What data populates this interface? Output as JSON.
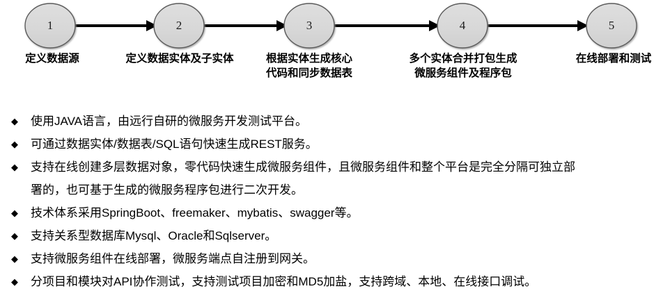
{
  "diagram": {
    "type": "flow-steps",
    "node_fill_color": "#d9d9d9",
    "node_border_color": "#5a5a5a",
    "connector_color": "#000000",
    "steps": [
      {
        "number": "1",
        "caption_lines": [
          "定义数据源"
        ]
      },
      {
        "number": "2",
        "caption_lines": [
          "定义数据实体及子实体"
        ]
      },
      {
        "number": "3",
        "caption_lines": [
          "根据实体生成核心",
          "代码和同步数据表"
        ]
      },
      {
        "number": "4",
        "caption_lines": [
          "多个实体合并打包生成",
          "微服务组件及程序包"
        ]
      },
      {
        "number": "5",
        "caption_lines": [
          "在线部署和测试"
        ]
      }
    ]
  },
  "bullets": {
    "marker_glyph": "◆",
    "items": [
      {
        "lines": [
          "使用JAVA语言，由远行自研的微服务开发测试平台。"
        ]
      },
      {
        "lines": [
          "可通过数据实体/数据表/SQL语句快速生成REST服务。"
        ]
      },
      {
        "lines": [
          "支持在线创建多层数据对象，零代码快速生成微服务组件，且微服务组件和整个平台是完全分隔可独立部",
          "署的，也可基于生成的微服务程序包进行二次开发。"
        ]
      },
      {
        "lines": [
          "技术体系采用SpringBoot、freemaker、mybatis、swagger等。"
        ]
      },
      {
        "lines": [
          "支持关系型数据库Mysql、Oracle和Sqlserver。"
        ]
      },
      {
        "lines": [
          "支持微服务组件在线部署，微服务端点自注册到网关。"
        ]
      },
      {
        "lines": [
          "分项目和模块对API协作测试，支持测试项目加密和MD5加盐，支持跨域、本地、在线接口调试。"
        ]
      }
    ]
  }
}
